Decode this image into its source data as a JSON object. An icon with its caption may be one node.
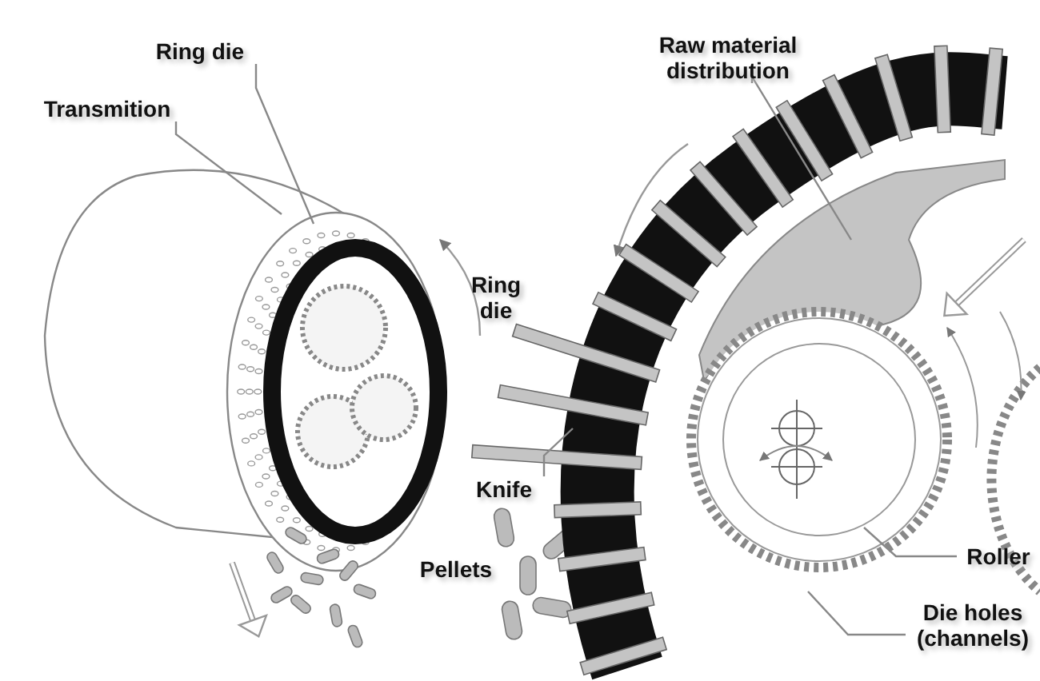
{
  "diagram": {
    "nodes": [
      {
        "text": [
          "Ring die"
        ]
      },
      {
        "text": [
          "Transmition"
        ]
      },
      {
        "text": [
          "Raw material distribution"
        ]
      },
      {
        "text": [
          "Knife"
        ]
      },
      {
        "text": [
          "Roller"
        ]
      },
      {
        "text": [
          "Die holes (channels)"
        ]
      }
    ],
    "edges": [
      {
        "from": 0,
        "to": null,
        "arrow": "none"
      },
      {
        "from": 1,
        "to": null,
        "arrow": "none"
      },
      {
        "from": 2,
        "to": null,
        "arrow": "none"
      },
      {
        "from": 3,
        "to": null,
        "arrow": "none"
      },
      {
        "from": 4,
        "to": null,
        "arrow": "none"
      },
      {
        "from": 5,
        "to": null,
        "arrow": "none"
      }
    ],
    "labels": [
      "Ring die",
      "Pellets"
    ]
  }
}
